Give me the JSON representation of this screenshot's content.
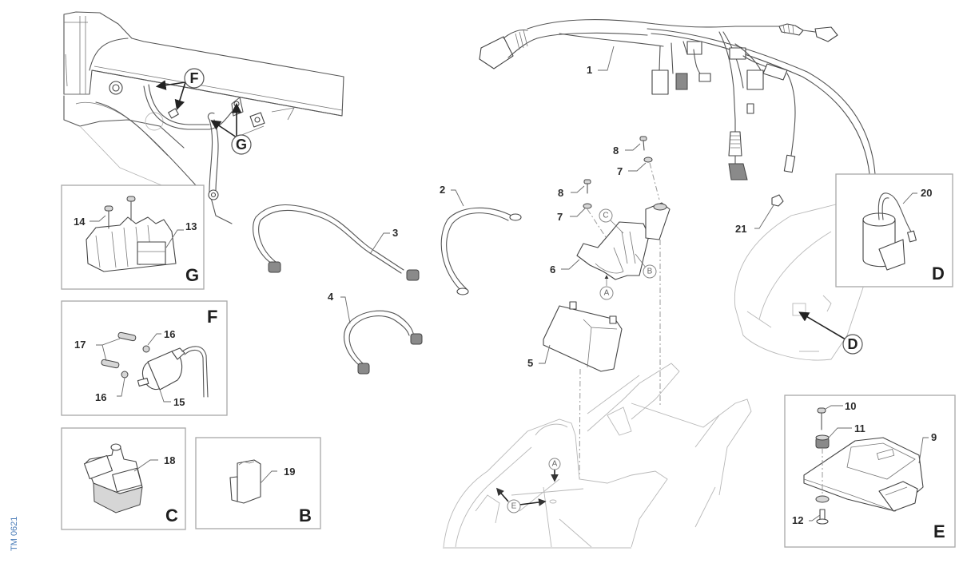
{
  "document_code": "TM 0621",
  "callouts": {
    "F": "F",
    "G": "G",
    "D": "D",
    "E": "E",
    "A": "A",
    "B": "B",
    "C": "C"
  },
  "detail_boxes": [
    {
      "letter": "G",
      "parts": [
        "13",
        "14"
      ]
    },
    {
      "letter": "F",
      "parts": [
        "15",
        "16",
        "16",
        "17"
      ]
    },
    {
      "letter": "C",
      "parts": [
        "18"
      ]
    },
    {
      "letter": "B",
      "parts": [
        "19"
      ]
    },
    {
      "letter": "D",
      "parts": [
        "20"
      ]
    },
    {
      "letter": "E",
      "parts": [
        "9",
        "10",
        "11",
        "12"
      ]
    }
  ],
  "part_labels": {
    "p1": "1",
    "p2": "2",
    "p3": "3",
    "p4": "4",
    "p5": "5",
    "p6": "6",
    "p7a": "7",
    "p7b": "7",
    "p8a": "8",
    "p8b": "8",
    "p9": "9",
    "p10": "10",
    "p11": "11",
    "p12": "12",
    "p13": "13",
    "p14": "14",
    "p15": "15",
    "p16a": "16",
    "p16b": "16",
    "p17": "17",
    "p18": "18",
    "p19": "19",
    "p20": "20",
    "p21": "21"
  },
  "colors": {
    "label_text": "#2b2b2b",
    "box_border": "#a8a8a8",
    "document_code": "#4a7cb8"
  }
}
